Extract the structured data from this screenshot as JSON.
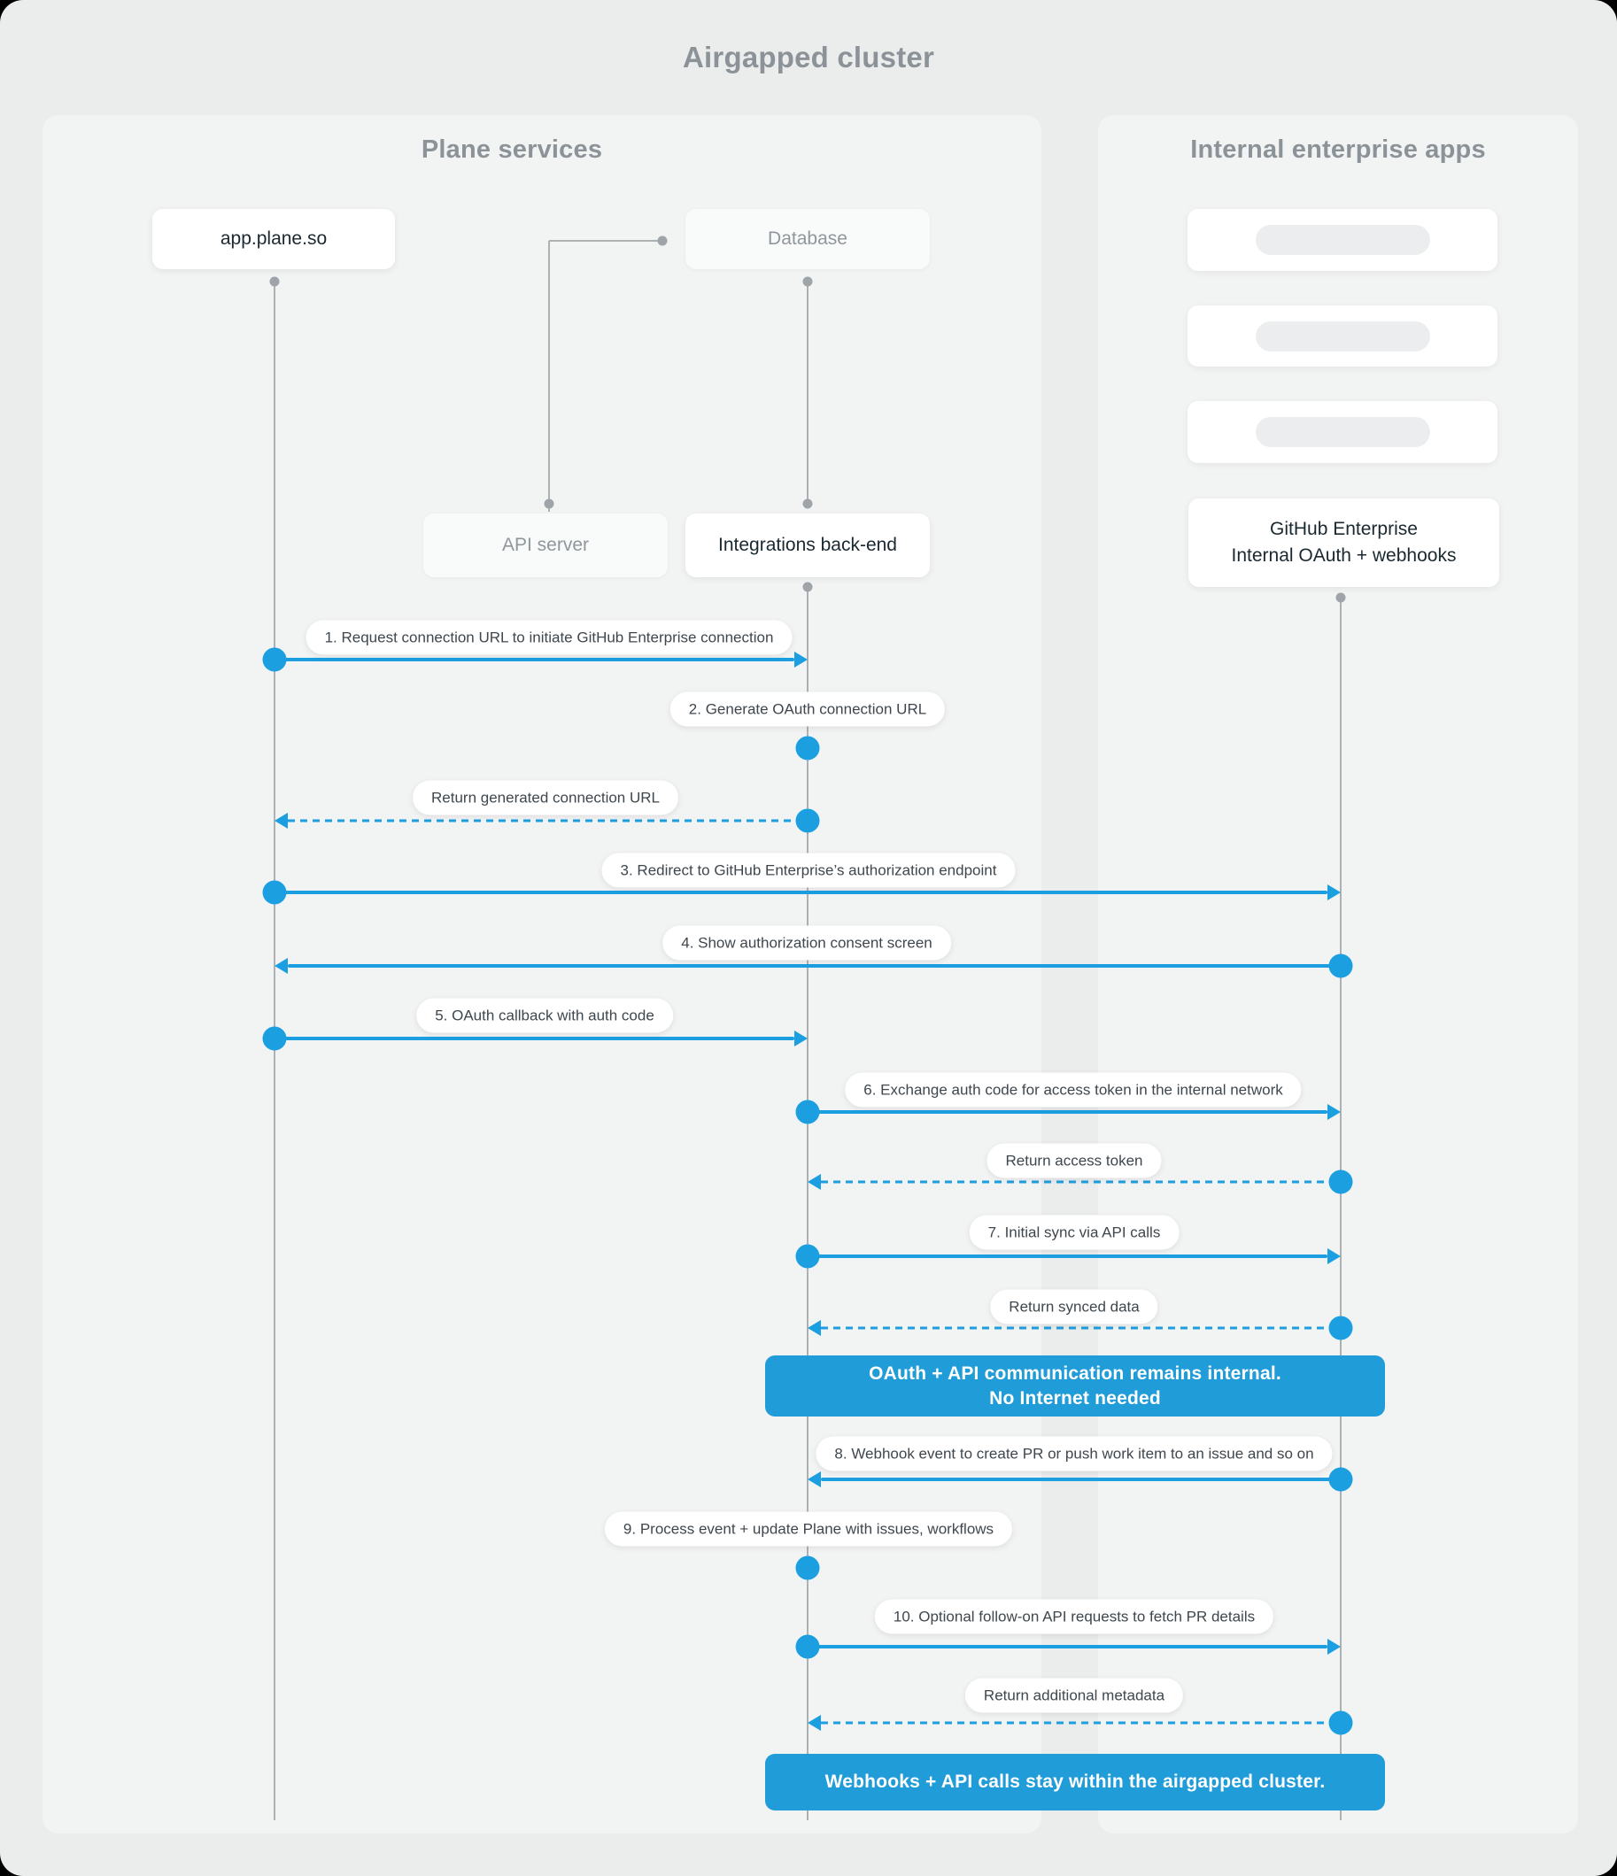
{
  "title": "Airgapped cluster",
  "panels": {
    "plane": {
      "title": "Plane services"
    },
    "internal": {
      "title": "Internal enterprise apps"
    }
  },
  "nodes": {
    "app": {
      "label": "app.plane.so"
    },
    "database": {
      "label": "Database"
    },
    "api_server": {
      "label": "API server"
    },
    "integrations": {
      "label": "Integrations back-end"
    },
    "github": {
      "line1": "GitHub Enterprise",
      "line2": "Internal OAuth + webhooks"
    },
    "placeholder_cards": 3
  },
  "messages": [
    {
      "label": "1. Request connection URL to initiate GitHub Enterprise connection",
      "from": "app.plane.so",
      "to": "Integrations back-end",
      "line": "solid"
    },
    {
      "label": "2. Generate OAuth connection URL",
      "from": "Integrations back-end",
      "to": "Integrations back-end",
      "line": "self"
    },
    {
      "label": "Return generated connection URL",
      "from": "Integrations back-end",
      "to": "app.plane.so",
      "line": "dashed"
    },
    {
      "label": "3. Redirect to GitHub Enterprise’s authorization endpoint",
      "from": "app.plane.so",
      "to": "GitHub Enterprise",
      "line": "solid"
    },
    {
      "label": "4. Show authorization consent screen",
      "from": "GitHub Enterprise",
      "to": "app.plane.so",
      "line": "solid"
    },
    {
      "label": "5. OAuth callback with auth code",
      "from": "app.plane.so",
      "to": "Integrations back-end",
      "line": "solid"
    },
    {
      "label": "6. Exchange auth code for access token in the internal network",
      "from": "Integrations back-end",
      "to": "GitHub Enterprise",
      "line": "solid"
    },
    {
      "label": "Return access token",
      "from": "GitHub Enterprise",
      "to": "Integrations back-end",
      "line": "dashed"
    },
    {
      "label": "7. Initial sync via API calls",
      "from": "Integrations back-end",
      "to": "GitHub Enterprise",
      "line": "solid"
    },
    {
      "label": "Return synced data",
      "from": "GitHub Enterprise",
      "to": "Integrations back-end",
      "line": "dashed"
    },
    {
      "label": "8. Webhook event to create PR  or push work item to an issue  and so on",
      "from": "GitHub Enterprise",
      "to": "Integrations back-end",
      "line": "solid"
    },
    {
      "label": "9. Process event + update Plane with issues, workflows",
      "from": "Integrations back-end",
      "to": "Integrations back-end",
      "line": "self"
    },
    {
      "label": "10. Optional follow-on API requests to fetch PR details",
      "from": "Integrations back-end",
      "to": "GitHub Enterprise",
      "line": "solid"
    },
    {
      "label": "Return additional metadata",
      "from": "GitHub Enterprise",
      "to": "Integrations back-end",
      "line": "dashed"
    }
  ],
  "banners": [
    {
      "line1": "OAuth + API communication remains internal.",
      "line2": "No Internet needed"
    },
    {
      "line1": "Webhooks + API calls stay within the airgapped cluster."
    }
  ],
  "colors": {
    "accent_blue": "#1b9fe1",
    "banner_blue": "#209cd8"
  }
}
